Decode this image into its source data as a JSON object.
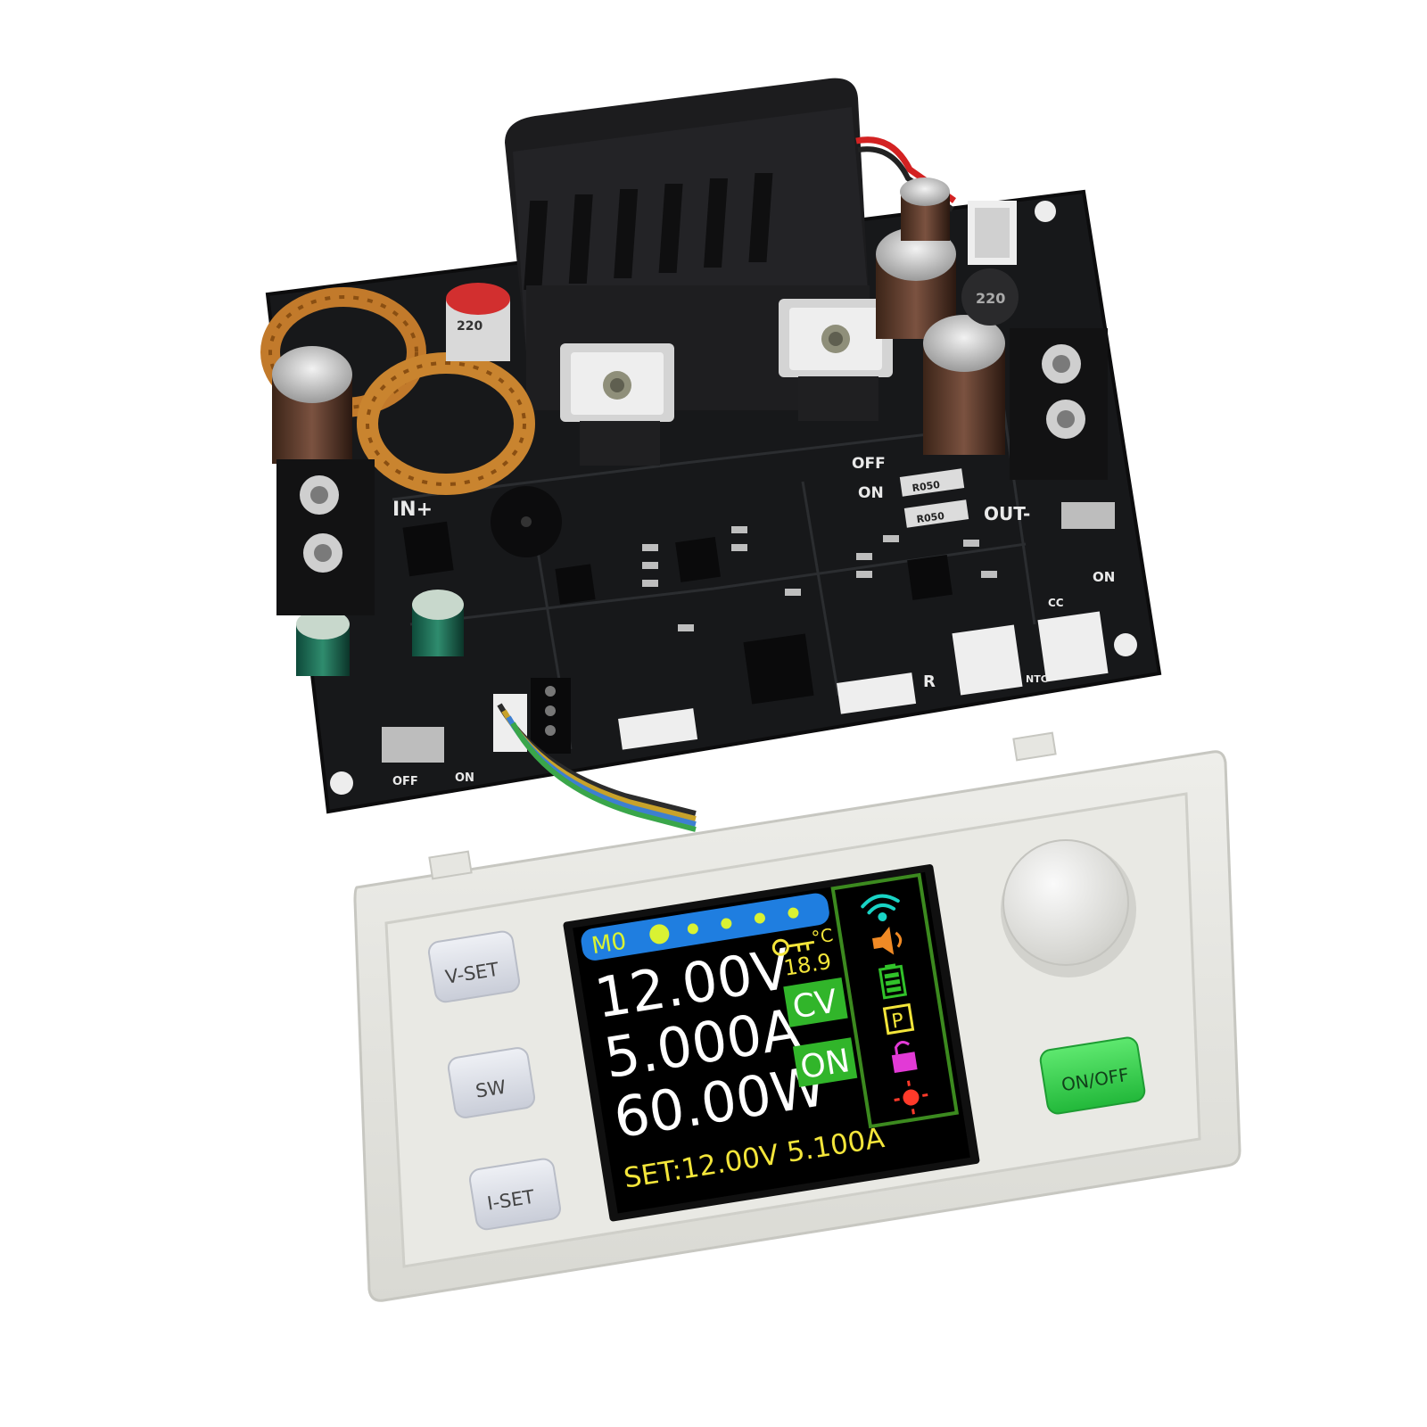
{
  "colors": {
    "pcb": "#17181a",
    "pcb_trace": "#2a2c2f",
    "silk": "#e9e9e9",
    "copper": "#c27a2b",
    "case": "#e6e6e1",
    "case_shadow": "#cfcfca",
    "lcd_bg": "#000000",
    "lcd_frame": "#3c8a1f",
    "status_bar": "#1f7ee0",
    "status_dot": "#d9f233",
    "mode_green": "#31b52a",
    "set_yellow": "#f3e53a",
    "temp_yellow": "#f3e53a",
    "onoff_green": "#3bd451"
  },
  "board": {
    "silk_labels": {
      "input": "IN+",
      "output": "OUT-",
      "off_1": "OFF",
      "on_1": "ON",
      "on_2": "ON",
      "off_bottom": "OFF",
      "on_bottom": "ON",
      "cc": "CC",
      "ntc": "NTC",
      "r050_a": "R050",
      "r050_b": "R050",
      "r": "R",
      "inductor": "220",
      "cap": "220"
    }
  },
  "panel": {
    "buttons": {
      "vset": "V-SET",
      "sw": "SW",
      "iset": "I-SET",
      "onoff": "ON/OFF"
    },
    "display": {
      "mode": "M0",
      "temp_unit": "°C",
      "temperature": "18.9",
      "voltage": "12.00V",
      "current": "5.000A",
      "power": "60.00W",
      "mode_cv": "CV",
      "state_on": "ON",
      "set_line": "SET:12.00V 5.100A",
      "p_badge": "P"
    },
    "icons": [
      "wifi-icon",
      "speaker-icon",
      "battery-icon",
      "p-badge-icon",
      "unlock-icon",
      "brightness-icon",
      "thermometer-icon"
    ]
  }
}
